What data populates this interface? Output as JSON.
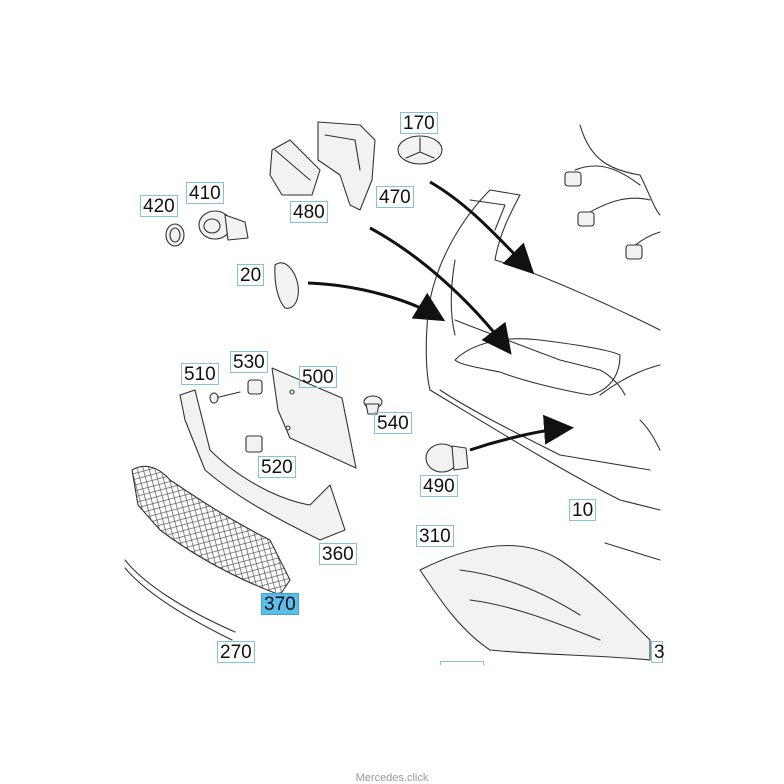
{
  "callouts": {
    "c170": "170",
    "c410": "410",
    "c420": "420",
    "c480": "480",
    "c470": "470",
    "c20": "20",
    "c510": "510",
    "c530": "530",
    "c500": "500",
    "c540": "540",
    "c520": "520",
    "c490": "490",
    "c10": "10",
    "c310": "310",
    "c360": "360",
    "c370": "370",
    "c270": "270",
    "c3": "3"
  },
  "footer": "Mercedes.click",
  "colors": {
    "selected": "#5bbde8",
    "callout_border": "#7fc3dd"
  }
}
